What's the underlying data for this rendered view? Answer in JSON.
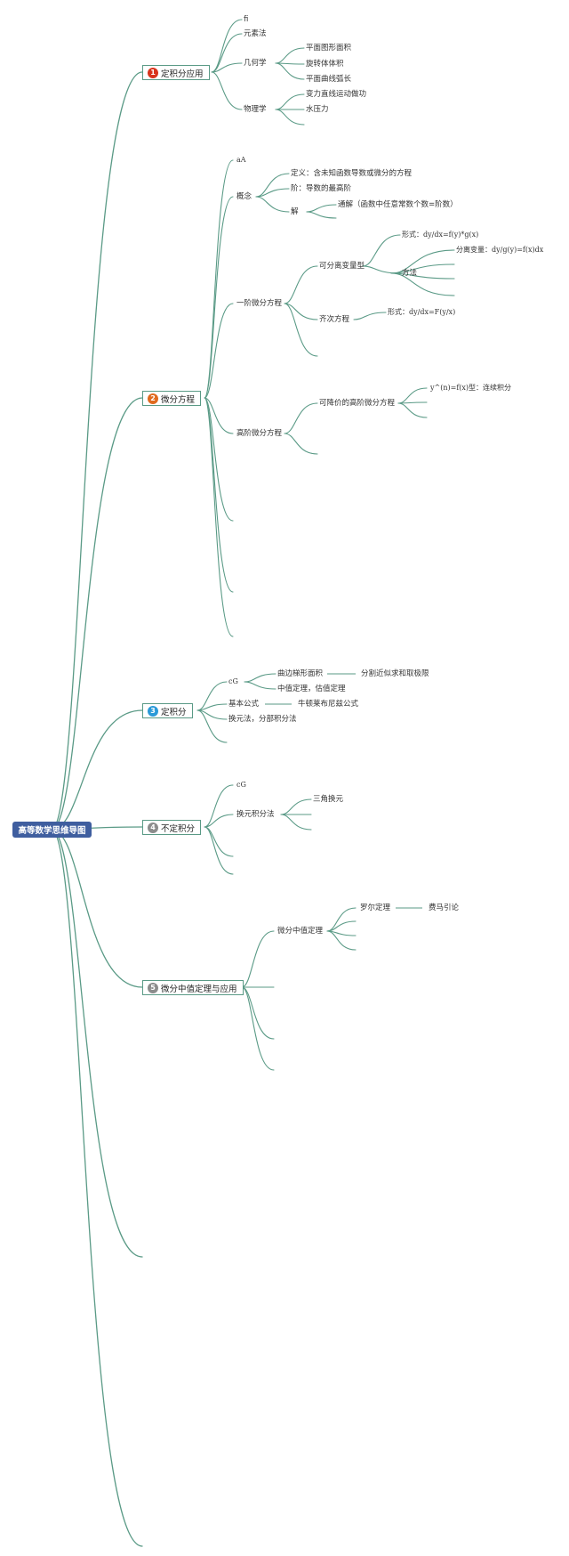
{
  "colors": {
    "line": "#5a9a86",
    "root_bg": "#3f5e9f",
    "badge1": "#d9341c",
    "badge2": "#e06a1e",
    "badge3": "#2a9ad8",
    "badge4": "#8c8c8c",
    "badge5": "#8c8c8c"
  },
  "root": "高等数学思维导图",
  "branches": [
    {
      "num": "1",
      "label": "定积分应用"
    },
    {
      "num": "2",
      "label": "微分方程"
    },
    {
      "num": "3",
      "label": "定积分"
    },
    {
      "num": "4",
      "label": "不定积分"
    },
    {
      "num": "5",
      "label": "微分中值定理与应用"
    }
  ],
  "b1": {
    "fi": "fi",
    "yuansu": "元素法",
    "jihe": "几何学",
    "pingmian_mianji": "平面图形面积",
    "xuanzhuan": "旋转体体积",
    "hucheng": "平面曲线弧长",
    "wuli": "物理学",
    "bianli": "变力直线运动做功",
    "shuiyali": "水压力"
  },
  "b2": {
    "aA": "aA",
    "gainian": "概念",
    "dingyi": "定义：含未知函数导数或微分的方程",
    "jie_order": "阶：导数的最高阶",
    "jie": "解",
    "tongjie": "通解（函数中任意常数个数=阶数）",
    "yijie": "一阶微分方程",
    "kefenli": "可分离变量型",
    "xingshi1": "形式：dy/dx=f(y)*g(x)",
    "fangfa": "方法",
    "fenli": "分离变量：dy/g(y)=f(x)dx",
    "qici": "齐次方程",
    "xingshi2": "形式：dy/dx=F(y/x)",
    "gaojie": "高阶微分方程",
    "kejiang": "可降价的高阶微分方程",
    "yn": "y^(n)=f(x)型：连续积分"
  },
  "b3": {
    "cG": "cG",
    "qubian": "曲边梯形面积",
    "fenge": "分割近似求和取极限",
    "zhongzhi": "中值定理，估值定理",
    "jiben": "基本公式",
    "niudun": "牛顿莱布尼兹公式",
    "huanyuan": "换元法，分部积分法"
  },
  "b4": {
    "cG": "cG",
    "huanyuan": "换元积分法",
    "sanjiao": "三角换元"
  },
  "b5": {
    "weifen": "微分中值定理",
    "luoer": "罗尔定理",
    "feima": "费马引论"
  }
}
